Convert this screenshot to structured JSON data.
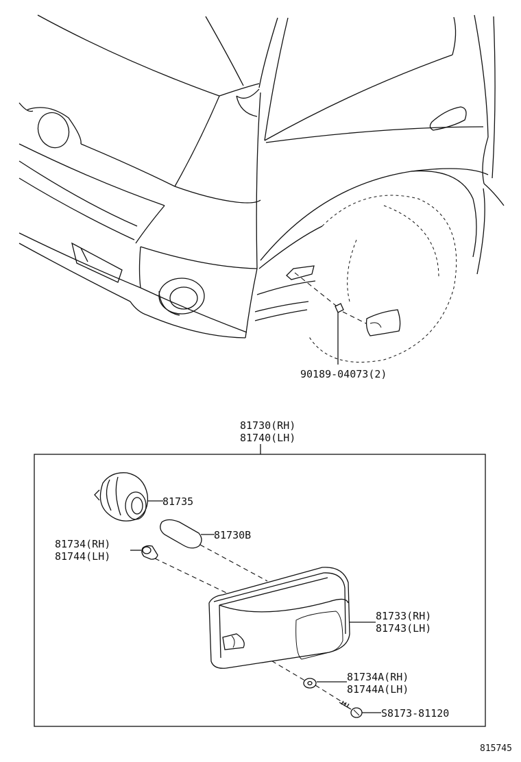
{
  "callouts": {
    "clip": "90189-04073(2)",
    "lamp_assembly_rh": "81730(RH)",
    "lamp_assembly_lh": "81740(LH)",
    "socket": "81735",
    "bulb": "81730B",
    "gasket_rh": "81734(RH)",
    "gasket_lh": "81744(LH)",
    "lens_rh": "81733(RH)",
    "lens_lh": "81743(LH)",
    "washer_rh": "81734A(RH)",
    "washer_lh": "81744A(LH)",
    "screw": "S8173-81120"
  },
  "diagram_id": "815745"
}
